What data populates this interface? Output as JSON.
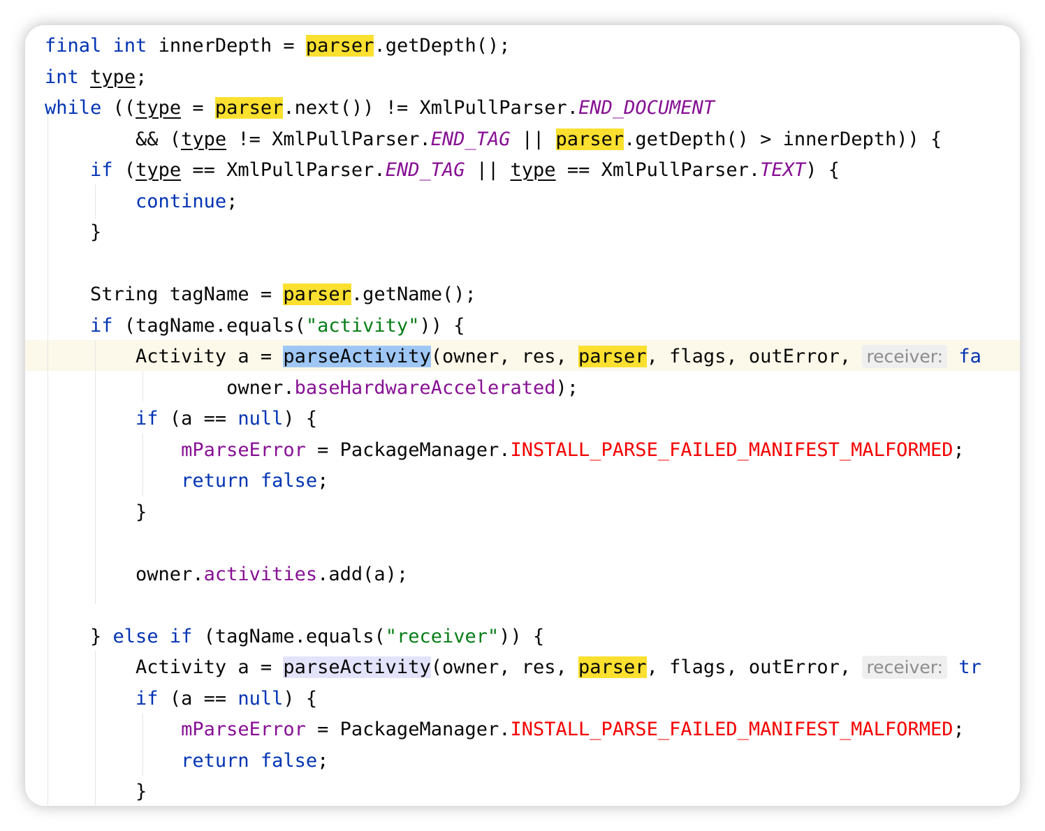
{
  "lines": [
    [
      {
        "t": "final",
        "c": "kw"
      },
      {
        "t": " "
      },
      {
        "t": "int",
        "c": "kw"
      },
      {
        "t": " innerDepth = "
      },
      {
        "t": "parser",
        "c": "hl"
      },
      {
        "t": ".getDepth();"
      }
    ],
    [
      {
        "t": "int",
        "c": "kw"
      },
      {
        "t": " "
      },
      {
        "t": "type",
        "c": "u"
      },
      {
        "t": ";"
      }
    ],
    [
      {
        "t": "while",
        "c": "kw"
      },
      {
        "t": " (("
      },
      {
        "t": "type",
        "c": "u"
      },
      {
        "t": " = "
      },
      {
        "t": "parser",
        "c": "hl"
      },
      {
        "t": ".next()) != XmlPullParser."
      },
      {
        "t": "END_DOCUMENT",
        "c": "const"
      }
    ],
    [
      {
        "t": "        && ("
      },
      {
        "t": "type",
        "c": "u"
      },
      {
        "t": " != XmlPullParser."
      },
      {
        "t": "END_TAG",
        "c": "const"
      },
      {
        "t": " || "
      },
      {
        "t": "parser",
        "c": "hl"
      },
      {
        "t": ".getDepth() > innerDepth)) {"
      }
    ],
    [
      {
        "t": "    "
      },
      {
        "t": "if",
        "c": "kw"
      },
      {
        "t": " ("
      },
      {
        "t": "type",
        "c": "u"
      },
      {
        "t": " == XmlPullParser."
      },
      {
        "t": "END_TAG",
        "c": "const"
      },
      {
        "t": " || "
      },
      {
        "t": "type",
        "c": "u"
      },
      {
        "t": " == XmlPullParser."
      },
      {
        "t": "TEXT",
        "c": "const"
      },
      {
        "t": ") {"
      }
    ],
    [
      {
        "t": "        "
      },
      {
        "t": "continue",
        "c": "kw"
      },
      {
        "t": ";"
      }
    ],
    [
      {
        "t": "    }"
      }
    ],
    [],
    [
      {
        "t": "    String tagName = "
      },
      {
        "t": "parser",
        "c": "hl"
      },
      {
        "t": ".getName();"
      }
    ],
    [
      {
        "t": "    "
      },
      {
        "t": "if",
        "c": "kw"
      },
      {
        "t": " (tagName.equals("
      },
      {
        "t": "\"activity\"",
        "c": "str"
      },
      {
        "t": ")) {"
      }
    ],
    [
      {
        "t": "        Activity a = "
      },
      {
        "t": "parseActivity",
        "c": "hl-blue"
      },
      {
        "t": "(owner, res, "
      },
      {
        "t": "parser",
        "c": "hl"
      },
      {
        "t": ", flags, outError, "
      },
      {
        "t": "receiver:",
        "c": "hint"
      },
      {
        "t": " "
      },
      {
        "t": "fa",
        "c": "kw"
      }
    ],
    [
      {
        "t": "                owner."
      },
      {
        "t": "baseHardwareAccelerated",
        "c": "field"
      },
      {
        "t": ");"
      }
    ],
    [
      {
        "t": "        "
      },
      {
        "t": "if",
        "c": "kw"
      },
      {
        "t": " (a == "
      },
      {
        "t": "null",
        "c": "kw"
      },
      {
        "t": ") {"
      }
    ],
    [
      {
        "t": "            "
      },
      {
        "t": "mParseError",
        "c": "field"
      },
      {
        "t": " = PackageManager."
      },
      {
        "t": "INSTALL_PARSE_FAILED_MANIFEST_MALFORMED",
        "c": "red"
      },
      {
        "t": ";"
      }
    ],
    [
      {
        "t": "            "
      },
      {
        "t": "return",
        "c": "kw"
      },
      {
        "t": " "
      },
      {
        "t": "false",
        "c": "kw"
      },
      {
        "t": ";"
      }
    ],
    [
      {
        "t": "        }"
      }
    ],
    [],
    [
      {
        "t": "        owner."
      },
      {
        "t": "activities",
        "c": "field"
      },
      {
        "t": ".add(a);"
      }
    ],
    [],
    [
      {
        "t": "    } "
      },
      {
        "t": "else",
        "c": "kw"
      },
      {
        "t": " "
      },
      {
        "t": "if",
        "c": "kw"
      },
      {
        "t": " (tagName.equals("
      },
      {
        "t": "\"receiver\"",
        "c": "str"
      },
      {
        "t": ")) {"
      }
    ],
    [
      {
        "t": "        Activity a = "
      },
      {
        "t": "parseActivity",
        "c": "hl-lilac"
      },
      {
        "t": "(owner, res, "
      },
      {
        "t": "parser",
        "c": "hl"
      },
      {
        "t": ", flags, outError, "
      },
      {
        "t": "receiver:",
        "c": "hint"
      },
      {
        "t": " "
      },
      {
        "t": "tr",
        "c": "kw"
      }
    ],
    [
      {
        "t": "        "
      },
      {
        "t": "if",
        "c": "kw"
      },
      {
        "t": " (a == "
      },
      {
        "t": "null",
        "c": "kw"
      },
      {
        "t": ") {"
      }
    ],
    [
      {
        "t": "            "
      },
      {
        "t": "mParseError",
        "c": "field"
      },
      {
        "t": " = PackageManager."
      },
      {
        "t": "INSTALL_PARSE_FAILED_MANIFEST_MALFORMED",
        "c": "red"
      },
      {
        "t": ";"
      }
    ],
    [
      {
        "t": "            "
      },
      {
        "t": "return",
        "c": "kw"
      },
      {
        "t": " "
      },
      {
        "t": "false",
        "c": "kw"
      },
      {
        "t": ";"
      }
    ],
    [
      {
        "t": "        }"
      }
    ]
  ]
}
